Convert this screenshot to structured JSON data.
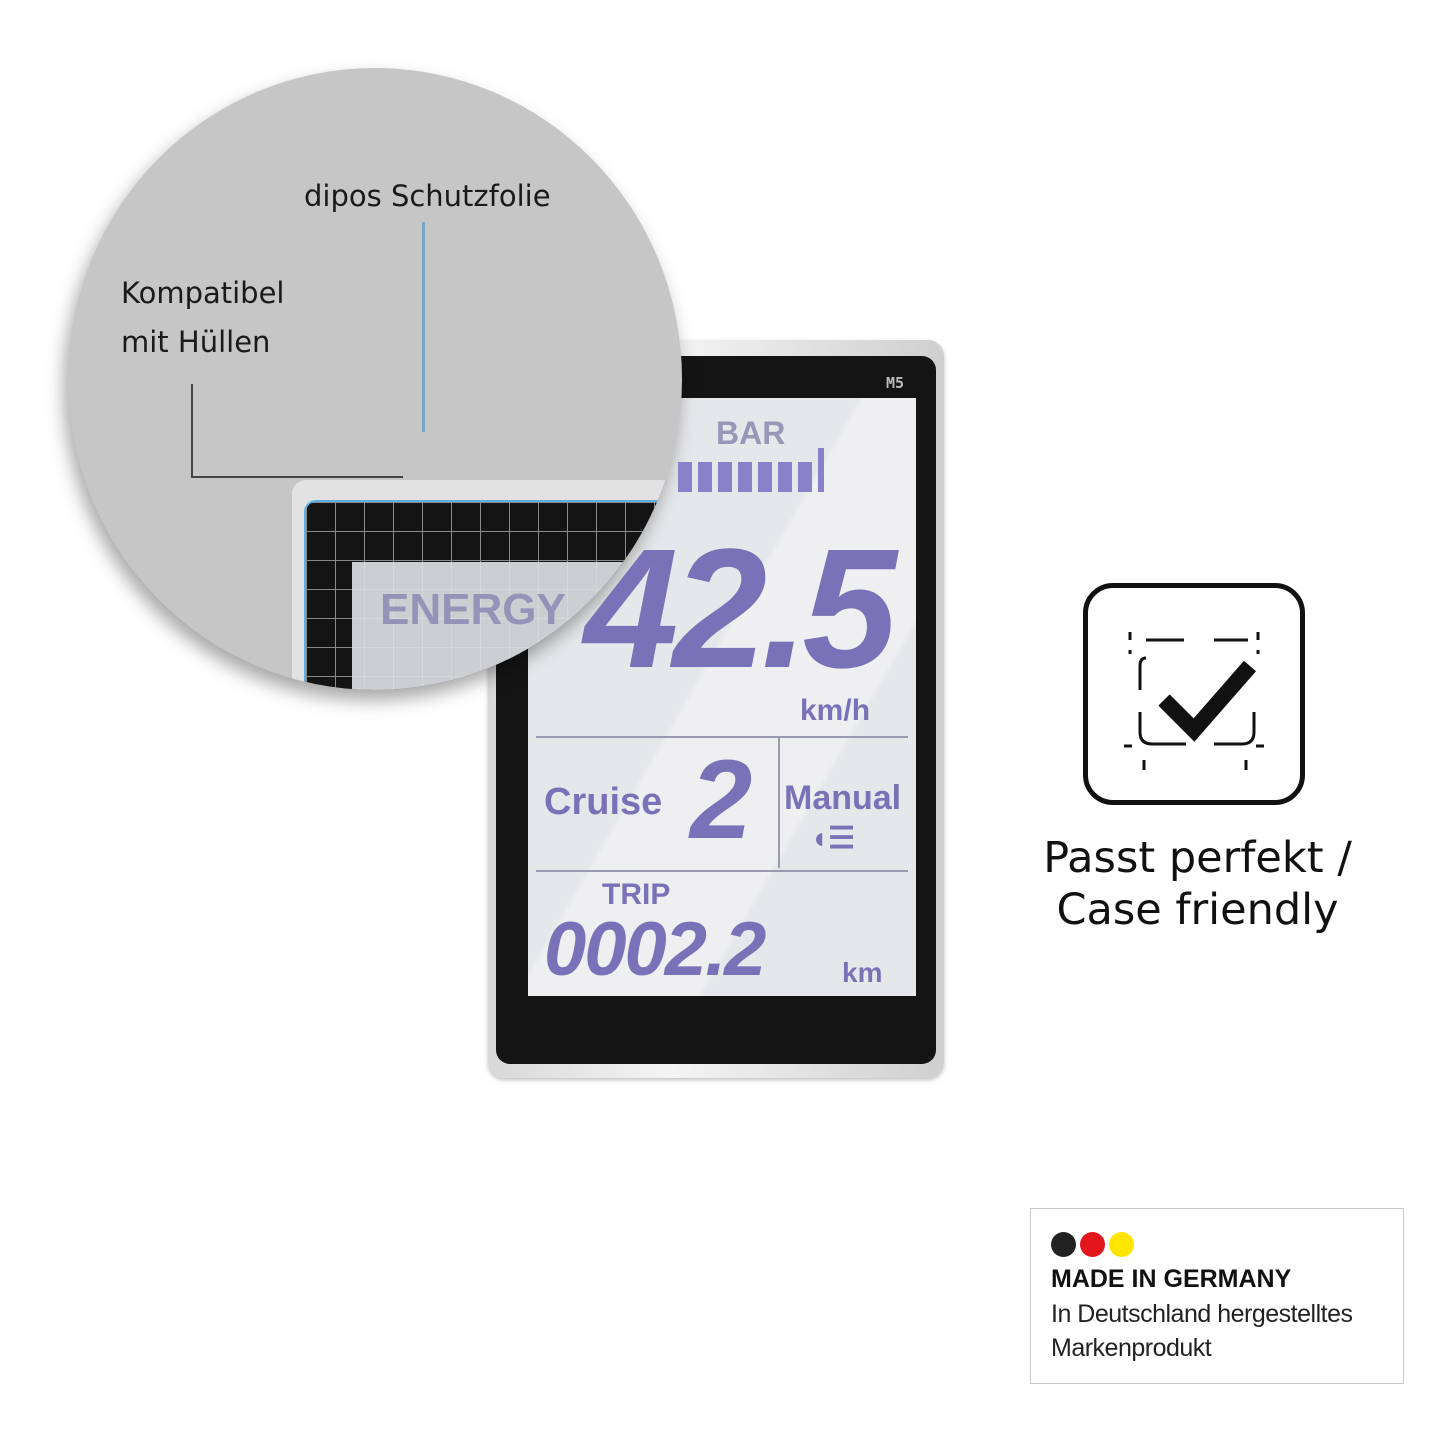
{
  "callouts": {
    "top": "dipos Schutzfolie",
    "left_line1": "Kompatibel",
    "left_line2": "mit Hüllen"
  },
  "device": {
    "model": "M5",
    "bar_label": "BAR",
    "bar_level_percent": 100,
    "speed": "42.5",
    "speed_unit": "km/h",
    "mode_label": "Cruise",
    "assist_level": "2",
    "light_mode": "Manual",
    "light_icon": "headlight-icon",
    "trip_label": "TRIP",
    "trip_value": "0002.2",
    "trip_unit": "km",
    "zoom_energy_label": "ENERGY"
  },
  "feature": {
    "icon": "checkbox-frame-icon",
    "line1": "Passt perfekt /",
    "line2": "Case friendly"
  },
  "made_in_germany": {
    "title": "MADE IN GERMANY",
    "line1": "In Deutschland hergestelltes",
    "line2": "Markenprodukt",
    "colors": [
      "#222222",
      "#e3161b",
      "#ffe500"
    ]
  },
  "colors": {
    "lcd_segment": "#7a72b8",
    "callout_line_blue": "#7ba7c4"
  }
}
